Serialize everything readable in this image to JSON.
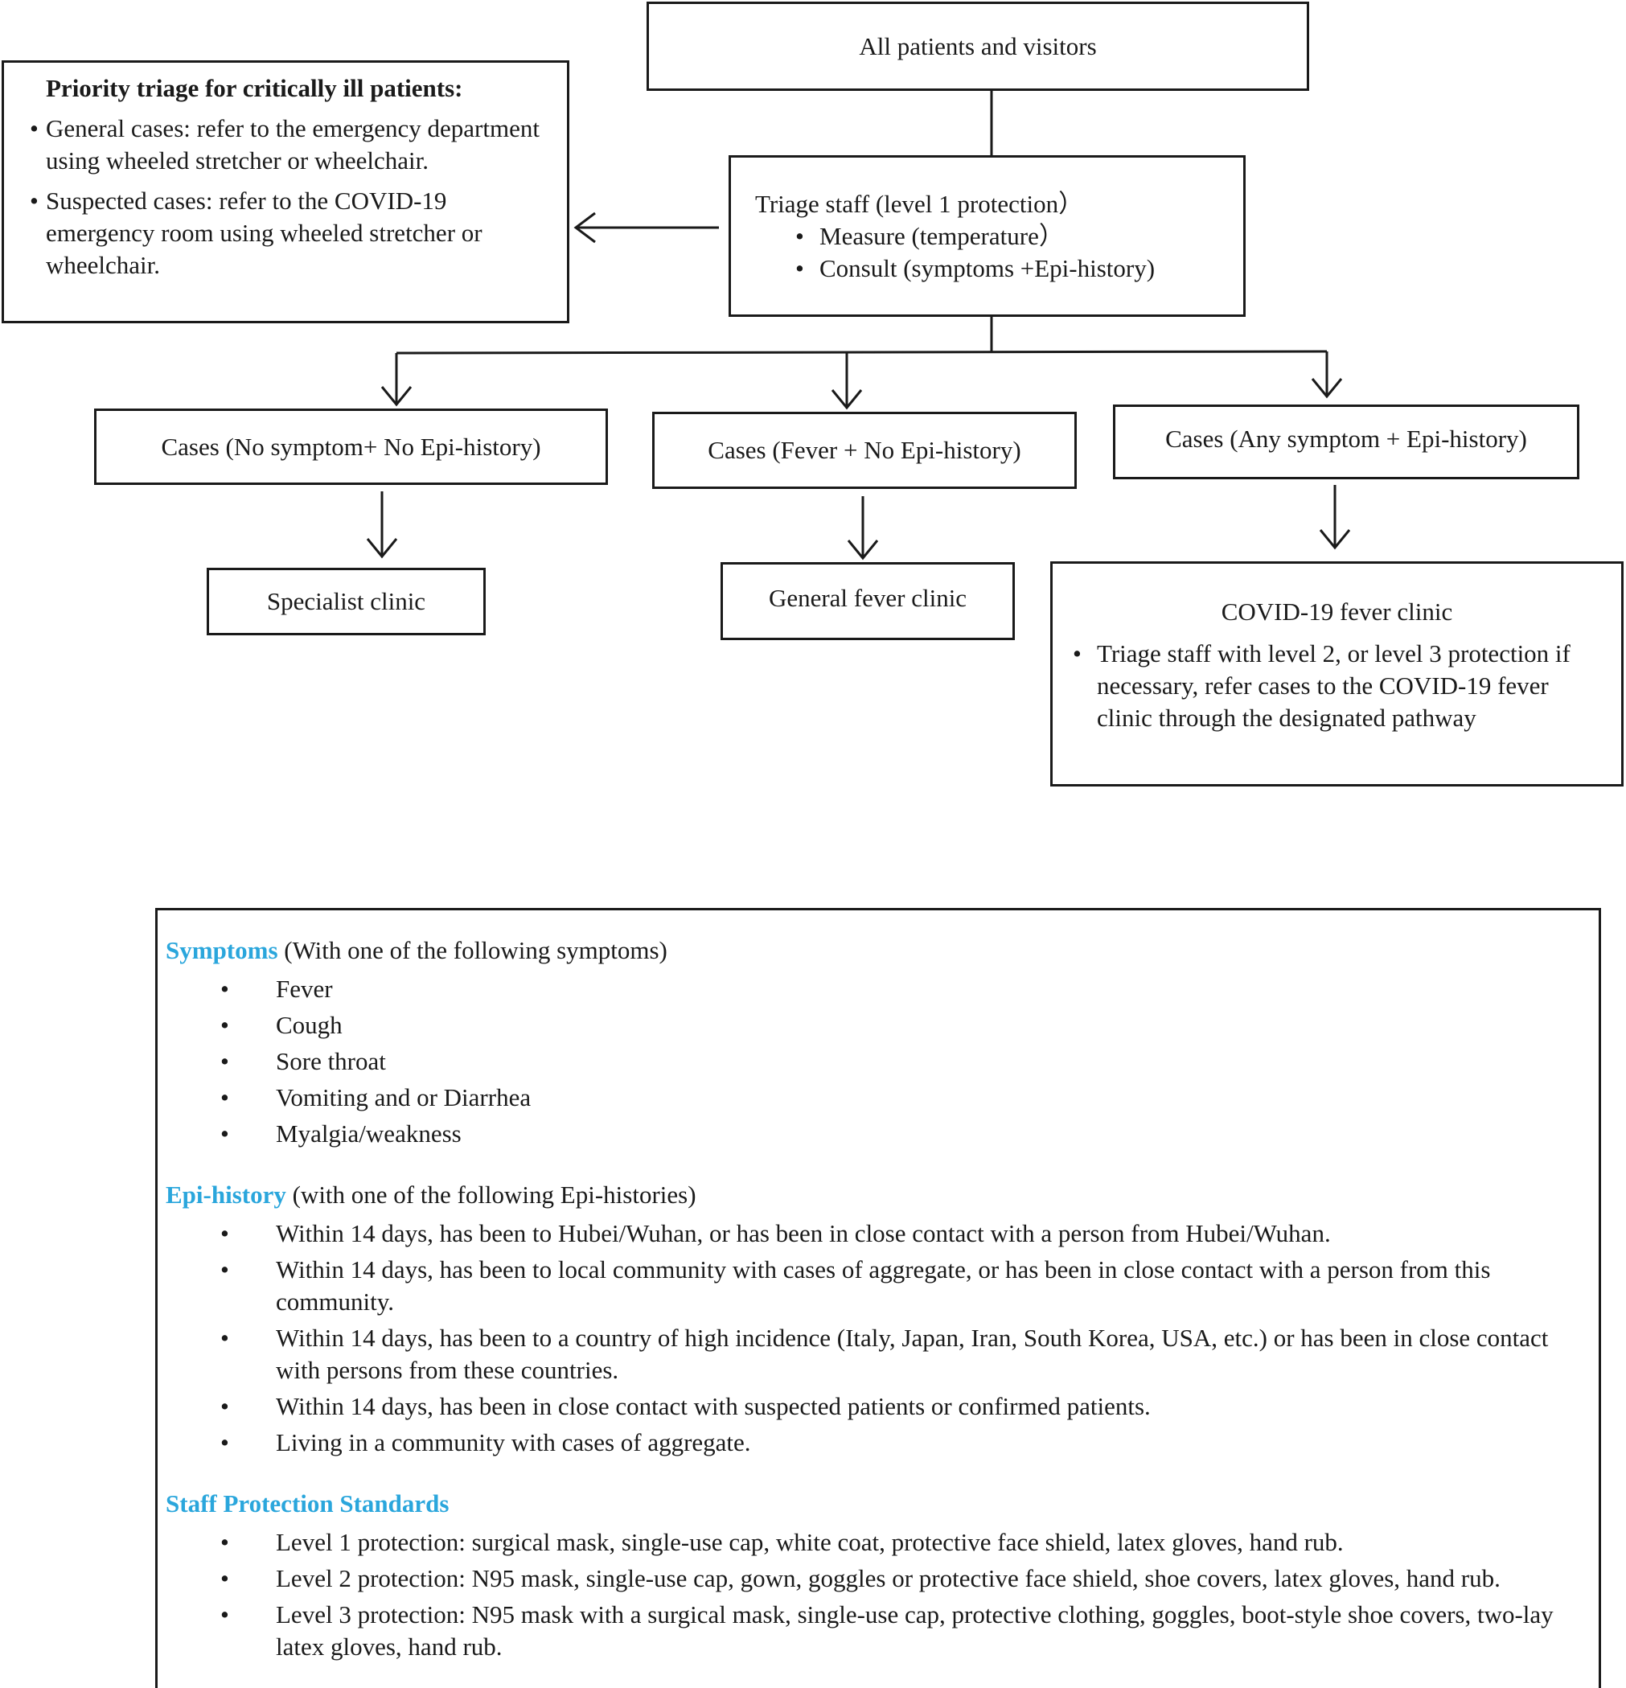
{
  "diagram": {
    "top_box": "All patients and visitors",
    "priority": {
      "title": "Priority triage for critically ill patients:",
      "items": [
        "General cases: refer to the emergency department using wheeled stretcher or wheelchair.",
        "Suspected cases: refer to the COVID-19 emergency room using wheeled stretcher or wheelchair."
      ]
    },
    "triage": {
      "title": "Triage staff (level 1 protection）",
      "items": [
        "Measure (temperature）",
        "Consult (symptoms +Epi-history)"
      ]
    },
    "cases": [
      "Cases (No symptom+ No Epi-history)",
      "Cases (Fever + No Epi-history)",
      "Cases (Any symptom + Epi-history)"
    ],
    "clinics": {
      "specialist": "Specialist clinic",
      "general_fever": "General fever clinic",
      "covid_title": "COVID-19 fever clinic",
      "covid_item": "Triage staff with level 2, or level 3 protection if necessary, refer cases to the COVID-19 fever clinic through the designated pathway"
    }
  },
  "legend": {
    "symptoms": {
      "heading": "Symptoms",
      "note": "(With one of the following symptoms)",
      "items": [
        "Fever",
        "Cough",
        "Sore throat",
        "Vomiting and or Diarrhea",
        "Myalgia/weakness"
      ]
    },
    "epi": {
      "heading": "Epi-history",
      "note": "(with one of the following Epi-histories)",
      "items": [
        "Within 14 days, has been to Hubei/Wuhan, or has been in close contact with a person from Hubei/Wuhan.",
        "Within 14 days, has been to local community with cases of aggregate, or has been in close contact with a person from this community.",
        "Within 14 days, has been to a country of high incidence (Italy, Japan, Iran, South Korea, USA, etc.) or has been in close contact with persons from these countries.",
        "Within 14 days, has been in close contact with suspected patients or confirmed patients.",
        "Living in a community with cases of aggregate."
      ]
    },
    "protection": {
      "heading": "Staff Protection Standards",
      "items": [
        "Level 1 protection: surgical mask, single-use cap, white coat, protective face shield, latex gloves, hand rub.",
        "Level 2 protection: N95 mask, single-use cap, gown, goggles or protective face shield, shoe covers, latex gloves, hand rub.",
        "Level 3 protection: N95 mask with a surgical mask, single-use cap, protective clothing, goggles, boot-style shoe covers, two-lay latex gloves, hand rub."
      ]
    }
  },
  "colors": {
    "section_heading": "#2aa6dc",
    "line": "#1a1a1a"
  }
}
